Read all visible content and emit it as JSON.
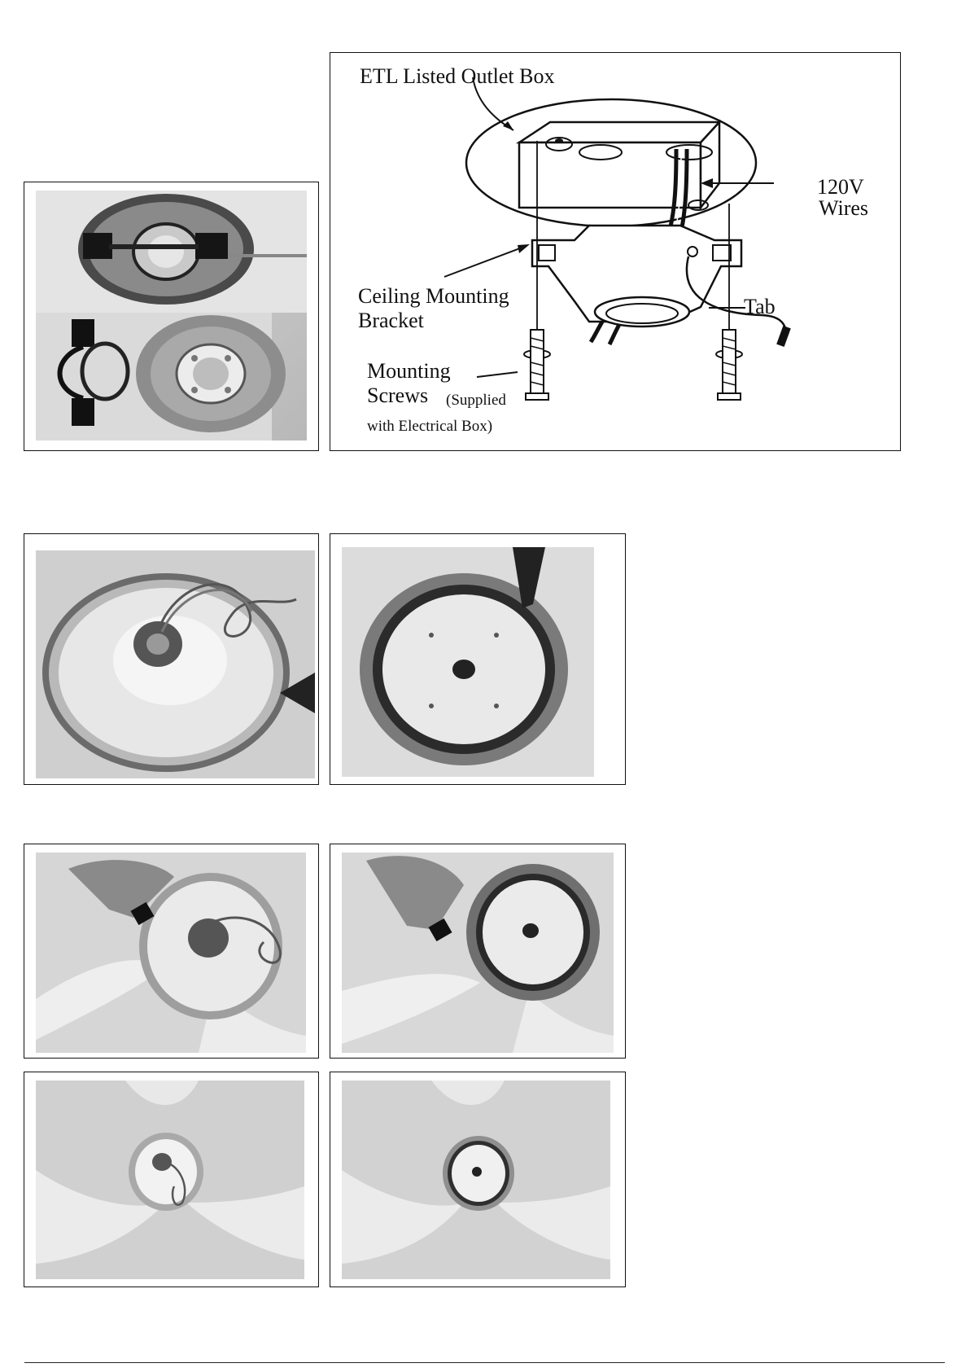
{
  "diagram": {
    "outlet_box_label": "ETL Listed Outlet Box",
    "wires_label_line1": "120V",
    "wires_label_line2": "Wires",
    "bracket_label_line1": "Ceiling Mounting",
    "bracket_label_line2": "Bracket",
    "tab_label": "Tab",
    "screws_label_line1": "Mounting",
    "screws_label_line2": "Screws",
    "screws_label_supplied": "(Supplied",
    "screws_label_line3": "with Electrical Box)"
  }
}
